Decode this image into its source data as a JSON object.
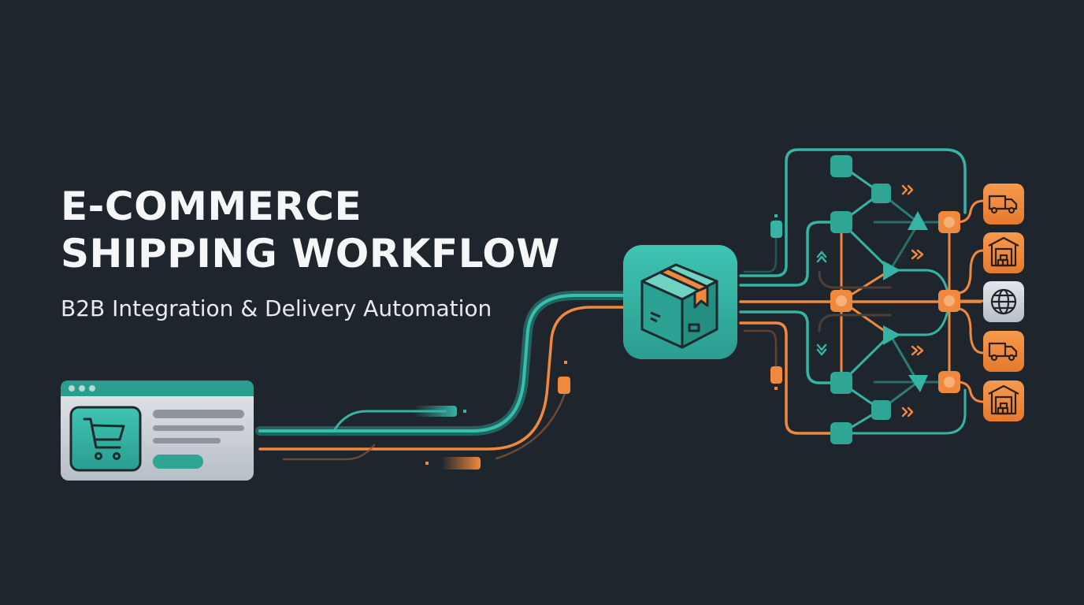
{
  "header": {
    "title_line1": "E-COMMERCE",
    "title_line2": "SHIPPING WORKFLOW",
    "subtitle": "B2B Integration & Delivery Automation"
  },
  "colors": {
    "background": "#1f252d",
    "teal": "#35b3a4",
    "orange": "#f0883e",
    "storefront_body": "#c9ced4",
    "storefront_bar": "#2a9d8f",
    "globe_tile": "#d2d7dd"
  },
  "diagram": {
    "source": {
      "label": "storefront",
      "icon": "shopping-cart-icon"
    },
    "hub": {
      "label": "package-hub",
      "icon": "package-box-icon"
    },
    "destinations": [
      {
        "icon": "delivery-truck-icon",
        "color": "orange"
      },
      {
        "icon": "warehouse-icon",
        "color": "orange"
      },
      {
        "icon": "globe-icon",
        "color": "gray"
      },
      {
        "icon": "delivery-truck-icon",
        "color": "orange"
      },
      {
        "icon": "warehouse-icon",
        "color": "orange"
      }
    ]
  }
}
